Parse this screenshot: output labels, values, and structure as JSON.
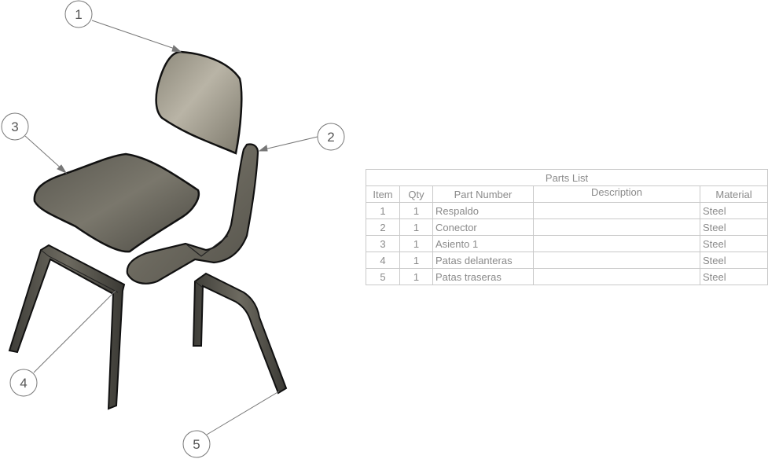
{
  "balloons": [
    {
      "label": "1",
      "part": "Respaldo"
    },
    {
      "label": "2",
      "part": "Conector"
    },
    {
      "label": "3",
      "part": "Asiento 1"
    },
    {
      "label": "4",
      "part": "Patas delanteras"
    },
    {
      "label": "5",
      "part": "Patas traseras"
    }
  ],
  "parts_list": {
    "title": "Parts List",
    "headers": {
      "item": "Item",
      "qty": "Qty",
      "part_number": "Part Number",
      "description": "Description",
      "material": "Material"
    },
    "rows": [
      {
        "item": "1",
        "qty": "1",
        "part_number": "Respaldo",
        "description": "",
        "material": "Steel"
      },
      {
        "item": "2",
        "qty": "1",
        "part_number": "Conector",
        "description": "",
        "material": "Steel"
      },
      {
        "item": "3",
        "qty": "1",
        "part_number": "Asiento 1",
        "description": "",
        "material": "Steel"
      },
      {
        "item": "4",
        "qty": "1",
        "part_number": "Patas delanteras",
        "description": "",
        "material": "Steel"
      },
      {
        "item": "5",
        "qty": "1",
        "part_number": "Patas traseras",
        "description": "",
        "material": "Steel"
      }
    ]
  },
  "colors": {
    "part_fill": "#6e6b60",
    "backrest_fill": "#a8a394",
    "leader": "#777777",
    "table_text": "#8a8a8a"
  }
}
